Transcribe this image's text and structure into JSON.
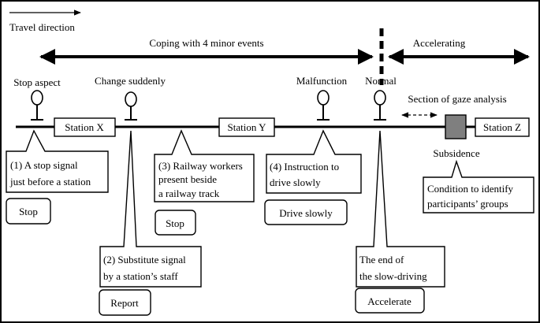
{
  "travel_direction": "Travel direction",
  "coping_label": "Coping with 4 minor events",
  "accelerating_label": "Accelerating",
  "signals": {
    "stop_aspect": "Stop aspect",
    "change_suddenly": "Change suddenly",
    "malfunction": "Malfunction",
    "normal": "Normal"
  },
  "gaze_section": "Section of gaze analysis",
  "stations": {
    "x": "Station X",
    "y": "Station Y",
    "z": "Station Z"
  },
  "subsidence": "Subsidence",
  "events": {
    "e1": [
      "(1) A stop signal",
      "just before a station"
    ],
    "e2": [
      "(2) Substitute signal",
      "by a station’s staff"
    ],
    "e3": [
      "(3) Railway workers",
      "present beside",
      "a railway track"
    ],
    "e4": [
      "(4) Instruction to",
      "drive slowly"
    ],
    "end": [
      "The end of",
      "the slow-driving"
    ],
    "condition": [
      "Condition to  identify",
      "participants’ groups"
    ]
  },
  "responses": {
    "stop1": "Stop",
    "report": "Report",
    "stop2": "Stop",
    "drive_slowly": "Drive slowly",
    "accelerate": "Accelerate"
  }
}
